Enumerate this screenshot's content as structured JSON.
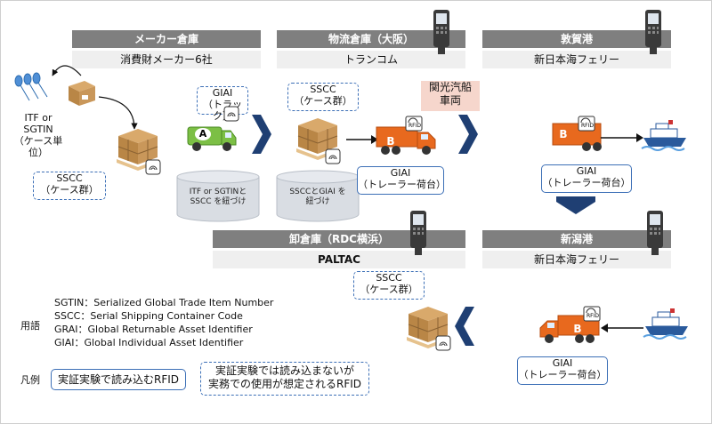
{
  "headers": {
    "maker": "メーカー倉庫",
    "logistics": "物流倉庫（大阪）",
    "tsuruga": "敦賀港",
    "oroshi": "卸倉庫（RDC横浜）",
    "niigata": "新潟港"
  },
  "subheaders": {
    "maker": "消費財メーカー6社",
    "logistics": "トランコム",
    "tsuruga": "新日本海フェリー",
    "oroshi": "PALTAC",
    "niigata": "新日本海フェリー"
  },
  "labels": {
    "itf_sgtin_line1": "ITF or SGTIN",
    "itf_sgtin_line2": "（ケース単位）",
    "sscc_1_line1": "SSCC",
    "sscc_1_line2": "（ケース群）",
    "giai_truck_line1": "GIAI",
    "giai_truck_line2": "（トラック）",
    "sscc_2_line1": "SSCC",
    "sscc_2_line2": "（ケース群）",
    "kanko_line1": "関光汽船",
    "kanko_line2": "車両",
    "giai_trailer_1_line1": "GIAI",
    "giai_trailer_1_line2": "（トレーラー荷台）",
    "giai_trailer_2_line1": "GIAI",
    "giai_trailer_2_line2": "（トレーラー荷台）",
    "sscc_3_line1": "SSCC",
    "sscc_3_line2": "（ケース群）",
    "giai_trailer_3_line1": "GIAI",
    "giai_trailer_3_line2": "（トレーラー荷台）",
    "db1_line1": "ITF or SGTINと",
    "db1_line2": "SSCC を紐づけ",
    "db2_line1": "SSCCとGIAI を",
    "db2_line2": "紐づけ",
    "truck_a": "A",
    "trailer_b": "B",
    "rfid": "RFID"
  },
  "glossary": {
    "heading": "用語",
    "items": [
      "SGTIN：Serialized Global Trade Item Number",
      "SSCC：Serial Shipping Container Code",
      "GRAI：Global Returnable Asset Identifier",
      "GIAI：Global Individual Asset Identifier"
    ]
  },
  "legend": {
    "heading": "凡例",
    "solid": "実証実験で読み込むRFID",
    "dashed_line1": "実証実験では読み込まないが",
    "dashed_line2": "実務での使用が想定されるRFID"
  },
  "colors": {
    "header_bg": "#7f7f7f",
    "subheader_bg": "#efefef",
    "arrow_blue": "#1f3f73",
    "box_border": "#3c6fb6",
    "truck_green": "#7cbf45",
    "trailer_orange": "#e8691e",
    "cylinder": "#d9dde3",
    "kanko_pink": "#f6d6cc"
  }
}
